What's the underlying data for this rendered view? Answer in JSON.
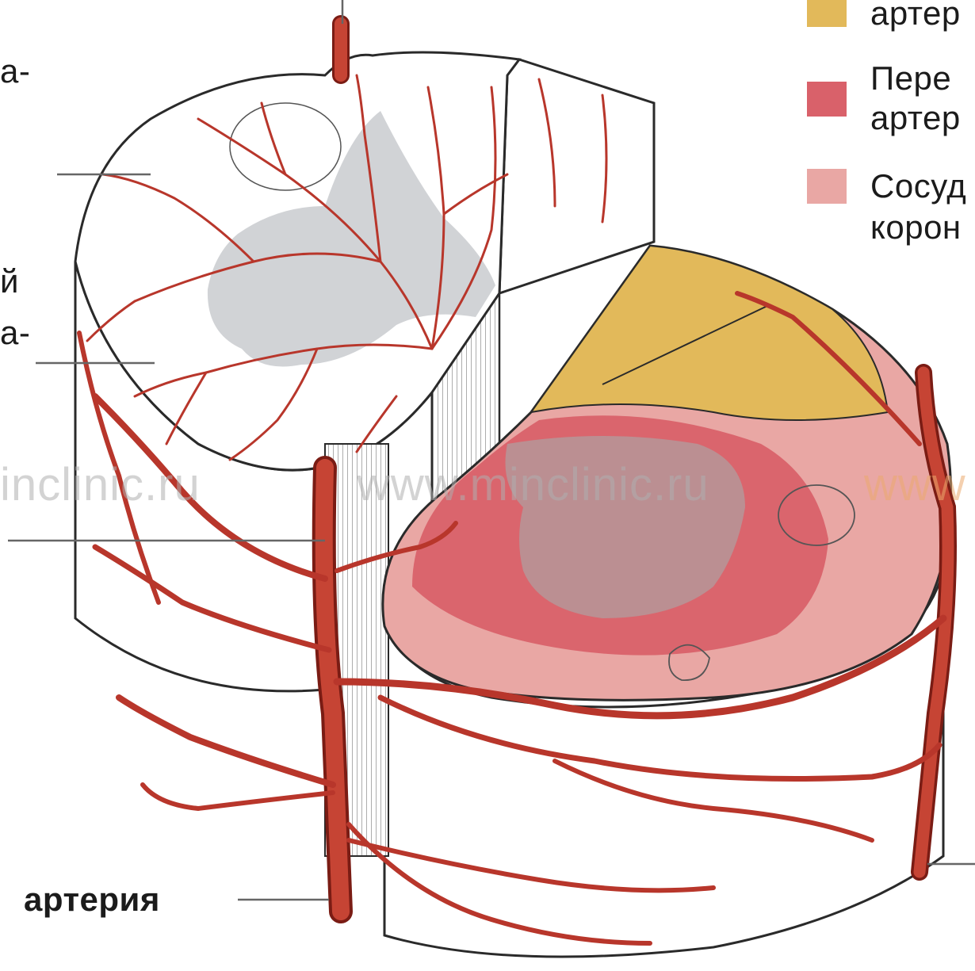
{
  "labels": {
    "left_top": "а-",
    "left_mid1": "й",
    "left_mid2": "а-",
    "bottom": "артерия"
  },
  "legend": [
    {
      "lines": [
        "артер"
      ],
      "color": "#e2b95a"
    },
    {
      "lines": [
        "Пере",
        "артер"
      ],
      "color": "#d9616a"
    },
    {
      "lines": [
        "Сосуд",
        "корон"
      ],
      "color": "#e9a7a4"
    }
  ],
  "watermarks": [
    "inclinic.ru",
    "www.minclinic.ru",
    "www"
  ],
  "colors": {
    "vessel": "#b8362b",
    "vessel_dark": "#7a1c14",
    "outline": "#2a2a2a",
    "gray_matter": "#c9cbcf",
    "anterior_zone": "#e2b95a",
    "central_zone": "#d9616a",
    "peripheral_zone": "#e9a7a4"
  }
}
